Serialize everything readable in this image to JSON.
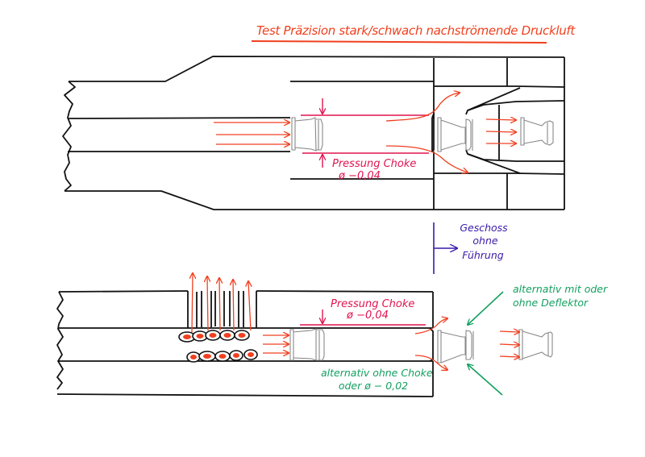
{
  "title": "Test Präzision stark/schwach nachströmende Druckluft",
  "colors": {
    "title": "#f0401e",
    "airflow_arrows": "#f04020",
    "choke_annotation": "#e0144f",
    "alternative_notes": "#13a060",
    "projectile_note": "#3a1aa8",
    "outline": "#111111",
    "pellet_parts": "#888888"
  },
  "top_diagram": {
    "choke_label": "Pressung Choke",
    "choke_value": "ø −0,04"
  },
  "projectile_note": {
    "line1": "Geschoss",
    "line2": "ohne",
    "line3": "Führung"
  },
  "bottom_diagram": {
    "choke_label": "Pressung Choke",
    "choke_value": "ø −0,04",
    "alt_choke_line1": "alternativ ohne Choke",
    "alt_choke_line2": "oder ø − 0,02",
    "alt_deflector_line1": "alternativ mit oder",
    "alt_deflector_line2": "ohne Deflektor"
  }
}
